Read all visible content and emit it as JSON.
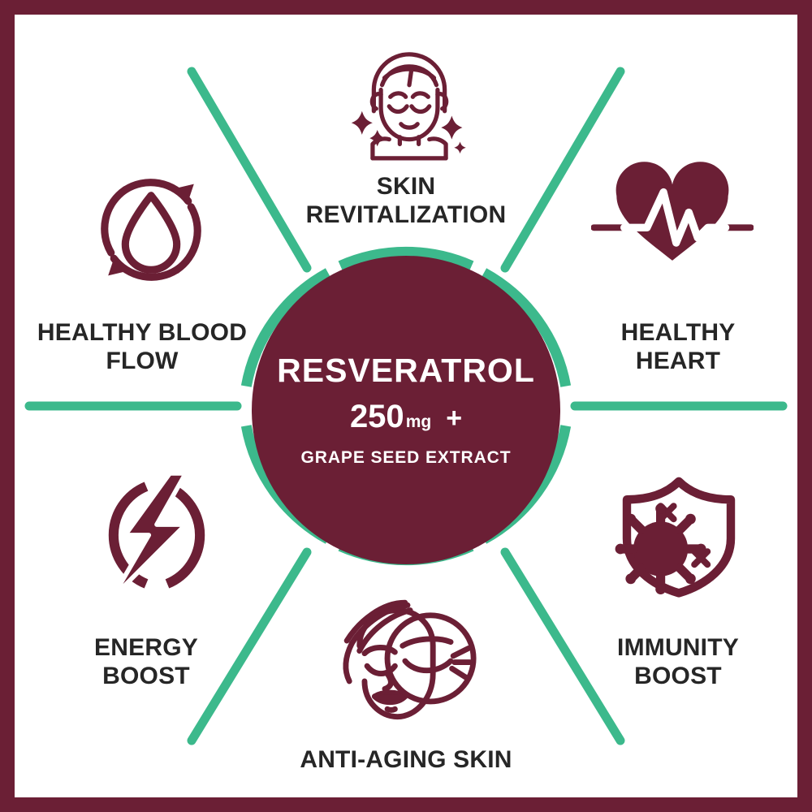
{
  "theme": {
    "frame_color": "#6b1f35",
    "maroon": "#6b1f35",
    "green": "#3cb98c",
    "text_color": "#262626",
    "background": "#ffffff"
  },
  "center": {
    "title": "RESVERATROL",
    "dose_value": "250",
    "dose_unit": "mg",
    "plus": "+",
    "subtitle": "GRAPE SEED EXTRACT"
  },
  "benefits": [
    {
      "id": "skin-revitalization",
      "icon": "glowing-face-icon",
      "label_line1": "SKIN",
      "label_line2": "REVITALIZATION",
      "position": "top-center"
    },
    {
      "id": "healthy-heart",
      "icon": "heartbeat-heart-icon",
      "label_line1": "HEALTHY",
      "label_line2": "HEART",
      "position": "right-upper"
    },
    {
      "id": "immunity-boost",
      "icon": "shield-virus-icon",
      "label_line1": "IMMUNITY",
      "label_line2": "BOOST",
      "position": "right-lower"
    },
    {
      "id": "anti-aging-skin",
      "icon": "face-magnifier-wrinkles-icon",
      "label_line1": "ANTI-AGING SKIN",
      "label_line2": "",
      "position": "bottom-center"
    },
    {
      "id": "energy-boost",
      "icon": "lightning-bolt-circle-icon",
      "label_line1": "ENERGY",
      "label_line2": "BOOST",
      "position": "left-lower"
    },
    {
      "id": "healthy-blood-flow",
      "icon": "blood-drop-cycle-icon",
      "label_line1": "HEALTHY BLOOD",
      "label_line2": "FLOW",
      "position": "left-upper"
    }
  ]
}
